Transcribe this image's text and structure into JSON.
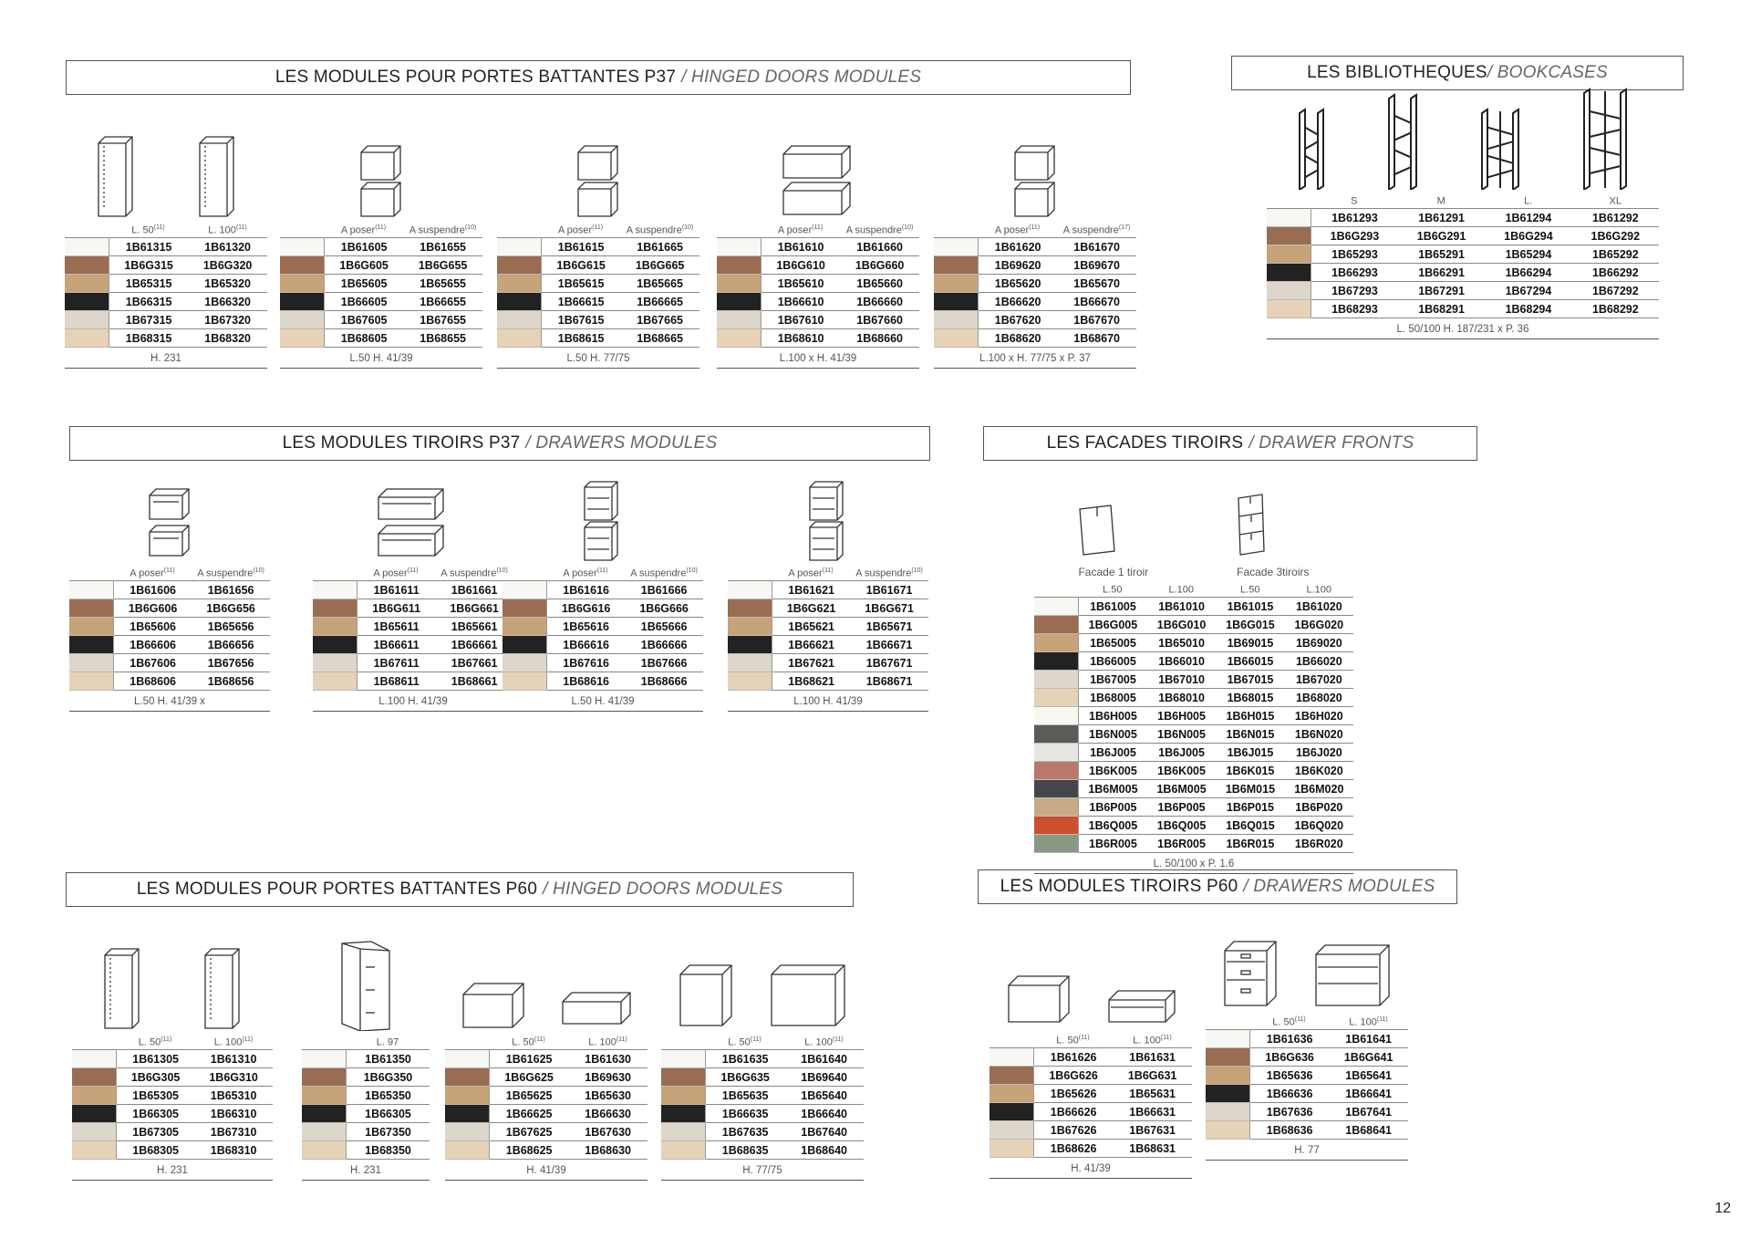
{
  "page_number": "12",
  "colors": {
    "white": "#f7f7f4",
    "walnut": "#9a6c52",
    "oak": "#c7a37a",
    "black": "#222222",
    "greige": "#ddd6ca",
    "light_oak": "#e6d2b6",
    "dark_marble": "#5b5b58",
    "white_marble": "#e8e6e0",
    "red_marble": "#b8796b",
    "anthracite": "#43464b",
    "cane": "#c8aa87",
    "terracotta": "#cc4f2e",
    "sage": "#879884"
  },
  "sections": [
    {
      "id": "hinged-p37",
      "title_fr": "LES MODULES POUR PORTES BATTANTES P37",
      "title_en": "/ HINGED DOORS MODULES"
    },
    {
      "id": "bookcases",
      "title_fr": "LES BIBLIOTHEQUES",
      "title_en": "/ BOOKCASES"
    },
    {
      "id": "drawers-p37",
      "title_fr": "LES MODULES TIROIRS P37",
      "title_en": "/ DRAWERS MODULES"
    },
    {
      "id": "drawer-fronts",
      "title_fr": "LES FACADES TIROIRS",
      "title_en": "/ DRAWER FRONTS"
    },
    {
      "id": "hinged-p60",
      "title_fr": "LES MODULES POUR PORTES BATTANTES P60",
      "title_en": "/ HINGED DOORS MODULES"
    },
    {
      "id": "drawers-p60",
      "title_fr": "LES MODULES TIROIRS P60",
      "title_en": "/ DRAWERS MODULES"
    }
  ],
  "groups": [
    {
      "id": "p37-tall",
      "icons": [
        "tall-column-icon",
        "tall-column-icon"
      ],
      "columns": [
        {
          "label": "L. 50",
          "sup": "(11)"
        },
        {
          "label": "L. 100",
          "sup": "(11)"
        }
      ],
      "swatches": [
        "white",
        "walnut",
        "oak",
        "black",
        "greige",
        "light_oak"
      ],
      "rows": [
        [
          "1B61315",
          "1B61320"
        ],
        [
          "1B6G315",
          "1B6G320"
        ],
        [
          "1B65315",
          "1B65320"
        ],
        [
          "1B66315",
          "1B66320"
        ],
        [
          "1B67315",
          "1B67320"
        ],
        [
          "1B68315",
          "1B68320"
        ]
      ],
      "footer": "H. 231"
    },
    {
      "id": "p37-l50-h41",
      "icons": [
        "stacked-box-icon"
      ],
      "columns": [
        {
          "label": "A poser",
          "sup": "(11)"
        },
        {
          "label": "A suspendre",
          "sup": "(10)"
        }
      ],
      "swatches": [
        "white",
        "walnut",
        "oak",
        "black",
        "greige",
        "light_oak"
      ],
      "rows": [
        [
          "1B61605",
          "1B61655"
        ],
        [
          "1B6G605",
          "1B6G655"
        ],
        [
          "1B65605",
          "1B65655"
        ],
        [
          "1B66605",
          "1B66655"
        ],
        [
          "1B67605",
          "1B67655"
        ],
        [
          "1B68605",
          "1B68655"
        ]
      ],
      "footer": "L.50 H. 41/39"
    },
    {
      "id": "p37-l50-h77",
      "icons": [
        "stacked-box-icon"
      ],
      "columns": [
        {
          "label": "A poser",
          "sup": "(11)"
        },
        {
          "label": "A suspendre",
          "sup": "(10)"
        }
      ],
      "swatches": [
        "white",
        "walnut",
        "oak",
        "black",
        "greige",
        "light_oak"
      ],
      "rows": [
        [
          "1B61615",
          "1B61665"
        ],
        [
          "1B6G615",
          "1B6G665"
        ],
        [
          "1B65615",
          "1B65665"
        ],
        [
          "1B66615",
          "1B66665"
        ],
        [
          "1B67615",
          "1B67665"
        ],
        [
          "1B68615",
          "1B68665"
        ]
      ],
      "footer": "L.50 H. 77/75"
    },
    {
      "id": "p37-l100-h41",
      "icons": [
        "stacked-wide-box-icon"
      ],
      "columns": [
        {
          "label": "A poser",
          "sup": "(11)"
        },
        {
          "label": "A suspendre",
          "sup": "(10)"
        }
      ],
      "swatches": [
        "white",
        "walnut",
        "oak",
        "black",
        "greige",
        "light_oak"
      ],
      "rows": [
        [
          "1B61610",
          "1B61660"
        ],
        [
          "1B6G610",
          "1B6G660"
        ],
        [
          "1B65610",
          "1B65660"
        ],
        [
          "1B66610",
          "1B66660"
        ],
        [
          "1B67610",
          "1B67660"
        ],
        [
          "1B68610",
          "1B68660"
        ]
      ],
      "footer": "L.100 x H. 41/39"
    },
    {
      "id": "p37-l100-h77",
      "icons": [
        "stacked-box-icon"
      ],
      "columns": [
        {
          "label": "A poser",
          "sup": "(11)"
        },
        {
          "label": "A suspendre",
          "sup": "(17)"
        }
      ],
      "swatches": [
        "white",
        "walnut",
        "oak",
        "black",
        "greige",
        "light_oak"
      ],
      "rows": [
        [
          "1B61620",
          "1B61670"
        ],
        [
          "1B69620",
          "1B69670"
        ],
        [
          "1B65620",
          "1B65670"
        ],
        [
          "1B66620",
          "1B66670"
        ],
        [
          "1B67620",
          "1B67670"
        ],
        [
          "1B68620",
          "1B68670"
        ]
      ],
      "footer": "L.100 x H. 77/75 x P. 37"
    },
    {
      "id": "bookcases",
      "icons": [
        "bookcase-s-icon",
        "bookcase-m-icon",
        "bookcase-l-icon",
        "bookcase-xl-icon"
      ],
      "columns": [
        {
          "label": "S",
          "sup": ""
        },
        {
          "label": "M",
          "sup": ""
        },
        {
          "label": "L.",
          "sup": ""
        },
        {
          "label": "XL",
          "sup": ""
        }
      ],
      "swatches": [
        "white",
        "walnut",
        "oak",
        "black",
        "greige",
        "light_oak"
      ],
      "rows": [
        [
          "1B61293",
          "1B61291",
          "1B61294",
          "1B61292"
        ],
        [
          "1B6G293",
          "1B6G291",
          "1B6G294",
          "1B6G292"
        ],
        [
          "1B65293",
          "1B65291",
          "1B65294",
          "1B65292"
        ],
        [
          "1B66293",
          "1B66291",
          "1B66294",
          "1B66292"
        ],
        [
          "1B67293",
          "1B67291",
          "1B67294",
          "1B67292"
        ],
        [
          "1B68293",
          "1B68291",
          "1B68294",
          "1B68292"
        ]
      ],
      "footer": "L. 50/100 H. 187/231 x P. 36"
    },
    {
      "id": "drw37-l50",
      "icons": [
        "stacked-drawer-box-icon"
      ],
      "columns": [
        {
          "label": "A poser",
          "sup": "(11)"
        },
        {
          "label": "A suspendre",
          "sup": "(10)"
        }
      ],
      "swatches": [
        "white",
        "walnut",
        "oak",
        "black",
        "greige",
        "light_oak"
      ],
      "rows": [
        [
          "1B61606",
          "1B61656"
        ],
        [
          "1B6G606",
          "1B6G656"
        ],
        [
          "1B65606",
          "1B65656"
        ],
        [
          "1B66606",
          "1B66656"
        ],
        [
          "1B67606",
          "1B67656"
        ],
        [
          "1B68606",
          "1B68656"
        ]
      ],
      "footer": "L.50 H. 41/39 x"
    },
    {
      "id": "drw37-l100",
      "icons": [
        "stacked-wide-drawer-box-icon"
      ],
      "columns": [
        {
          "label": "A poser",
          "sup": "(11)"
        },
        {
          "label": "A suspendre",
          "sup": "(10)"
        }
      ],
      "swatches": [
        "white",
        "walnut",
        "oak",
        "black",
        "greige",
        "light_oak"
      ],
      "rows": [
        [
          "1B61611",
          "1B61661"
        ],
        [
          "1B6G611",
          "1B6G661"
        ],
        [
          "1B65611",
          "1B65661"
        ],
        [
          "1B66611",
          "1B66661"
        ],
        [
          "1B67611",
          "1B67661"
        ],
        [
          "1B68611",
          "1B68661"
        ]
      ],
      "footer": "L.100 H. 41/39"
    },
    {
      "id": "drw37-l50-tall",
      "icons": [
        "stacked-drawer-unit-icon"
      ],
      "columns": [
        {
          "label": "A poser",
          "sup": "(11)"
        },
        {
          "label": "A suspendre",
          "sup": "(10)"
        }
      ],
      "swatches": [
        "white",
        "walnut",
        "oak",
        "black",
        "greige",
        "light_oak"
      ],
      "rows": [
        [
          "1B61616",
          "1B61666"
        ],
        [
          "1B6G616",
          "1B6G666"
        ],
        [
          "1B65616",
          "1B65666"
        ],
        [
          "1B66616",
          "1B66666"
        ],
        [
          "1B67616",
          "1B67666"
        ],
        [
          "1B68616",
          "1B68666"
        ]
      ],
      "footer": "L.50 H. 41/39"
    },
    {
      "id": "drw37-l100-tall",
      "icons": [
        "stacked-drawer-unit-icon"
      ],
      "columns": [
        {
          "label": "A poser",
          "sup": "(11)"
        },
        {
          "label": "A suspendre",
          "sup": "(10)"
        }
      ],
      "swatches": [
        "white",
        "walnut",
        "oak",
        "black",
        "greige",
        "light_oak"
      ],
      "rows": [
        [
          "1B61621",
          "1B61671"
        ],
        [
          "1B6G621",
          "1B6G671"
        ],
        [
          "1B65621",
          "1B65671"
        ],
        [
          "1B66621",
          "1B66671"
        ],
        [
          "1B67621",
          "1B67671"
        ],
        [
          "1B68621",
          "1B68671"
        ]
      ],
      "footer": "L.100 H. 41/39"
    },
    {
      "id": "fronts",
      "icons": [
        "drawer-front-single-icon",
        "drawer-front-triple-icon"
      ],
      "captions": [
        "Facade 1 tiroir",
        "Facade 3tiroirs"
      ],
      "columns": [
        {
          "label": "L.50",
          "sup": ""
        },
        {
          "label": "L.100",
          "sup": ""
        },
        {
          "label": "L.50",
          "sup": ""
        },
        {
          "label": "L.100",
          "sup": ""
        }
      ],
      "swatches": [
        "white",
        "walnut",
        "oak",
        "black",
        "greige",
        "light_oak",
        "white",
        "dark_marble",
        "white_marble",
        "red_marble",
        "anthracite",
        "cane",
        "terracotta",
        "sage"
      ],
      "rows": [
        [
          "1B61005",
          "1B61010",
          "1B61015",
          "1B61020"
        ],
        [
          "1B6G005",
          "1B6G010",
          "1B6G015",
          "1B6G020"
        ],
        [
          "1B65005",
          "1B65010",
          "1B69015",
          "1B69020"
        ],
        [
          "1B66005",
          "1B66010",
          "1B66015",
          "1B66020"
        ],
        [
          "1B67005",
          "1B67010",
          "1B67015",
          "1B67020"
        ],
        [
          "1B68005",
          "1B68010",
          "1B68015",
          "1B68020"
        ],
        [
          "1B6H005",
          "1B6H005",
          "1B6H015",
          "1B6H020"
        ],
        [
          "1B6N005",
          "1B6N005",
          "1B6N015",
          "1B6N020"
        ],
        [
          "1B6J005",
          "1B6J005",
          "1B6J015",
          "1B6J020"
        ],
        [
          "1B6K005",
          "1B6K005",
          "1B6K015",
          "1B6K020"
        ],
        [
          "1B6M005",
          "1B6M005",
          "1B6M015",
          "1B6M020"
        ],
        [
          "1B6P005",
          "1B6P005",
          "1B6P015",
          "1B6P020"
        ],
        [
          "1B6Q005",
          "1B6Q005",
          "1B6Q015",
          "1B6Q020"
        ],
        [
          "1B6R005",
          "1B6R005",
          "1B6R015",
          "1B6R020"
        ]
      ],
      "footer": "L. 50/100 x P. 1.6"
    },
    {
      "id": "p60-tall",
      "icons": [
        "tall-column-icon",
        "tall-column-icon"
      ],
      "columns": [
        {
          "label": "L. 50",
          "sup": "(11)"
        },
        {
          "label": "L. 100",
          "sup": "(11)"
        }
      ],
      "swatches": [
        "white",
        "walnut",
        "oak",
        "black",
        "greige",
        "light_oak"
      ],
      "rows": [
        [
          "1B61305",
          "1B61310"
        ],
        [
          "1B6G305",
          "1B6G310"
        ],
        [
          "1B65305",
          "1B65310"
        ],
        [
          "1B66305",
          "1B66310"
        ],
        [
          "1B67305",
          "1B67310"
        ],
        [
          "1B68305",
          "1B68310"
        ]
      ],
      "footer": "H. 231"
    },
    {
      "id": "p60-corner",
      "icons": [
        "corner-column-icon"
      ],
      "columns": [
        {
          "label": "L. 97",
          "sup": ""
        }
      ],
      "swatches": [
        "white",
        "walnut",
        "oak",
        "black",
        "greige",
        "light_oak"
      ],
      "rows": [
        [
          "1B61350"
        ],
        [
          "1B6G350"
        ],
        [
          "1B65350"
        ],
        [
          "1B66305"
        ],
        [
          "1B67350"
        ],
        [
          "1B68350"
        ]
      ],
      "footer": "H. 231"
    },
    {
      "id": "p60-h41",
      "icons": [
        "low-box-icon",
        "low-wide-box-icon"
      ],
      "columns": [
        {
          "label": "L. 50",
          "sup": "(11)"
        },
        {
          "label": "L. 100",
          "sup": "(11)"
        }
      ],
      "swatches": [
        "white",
        "walnut",
        "oak",
        "black",
        "greige",
        "light_oak"
      ],
      "rows": [
        [
          "1B61625",
          "1B61630"
        ],
        [
          "1B6G625",
          "1B69630"
        ],
        [
          "1B65625",
          "1B65630"
        ],
        [
          "1B66625",
          "1B66630"
        ],
        [
          "1B67625",
          "1B67630"
        ],
        [
          "1B68625",
          "1B68630"
        ]
      ],
      "footer": "H. 41/39"
    },
    {
      "id": "p60-h77",
      "icons": [
        "mid-box-icon",
        "mid-wide-box-icon"
      ],
      "columns": [
        {
          "label": "L. 50",
          "sup": "(11)"
        },
        {
          "label": "L. 100",
          "sup": "(11)"
        }
      ],
      "swatches": [
        "white",
        "walnut",
        "oak",
        "black",
        "greige",
        "light_oak"
      ],
      "rows": [
        [
          "1B61635",
          "1B61640"
        ],
        [
          "1B6G635",
          "1B69640"
        ],
        [
          "1B65635",
          "1B65640"
        ],
        [
          "1B66635",
          "1B66640"
        ],
        [
          "1B67635",
          "1B67640"
        ],
        [
          "1B68635",
          "1B68640"
        ]
      ],
      "footer": "H. 77/75"
    },
    {
      "id": "drw60-h41",
      "icons": [
        "low-drawer-box-icon",
        "low-wide-drawer-box-icon"
      ],
      "columns": [
        {
          "label": "L. 50",
          "sup": "(11)"
        },
        {
          "label": "L. 100",
          "sup": "(11)"
        }
      ],
      "swatches": [
        "white",
        "walnut",
        "oak",
        "black",
        "greige",
        "light_oak"
      ],
      "rows": [
        [
          "1B61626",
          "1B61631"
        ],
        [
          "1B6G626",
          "1B6G631"
        ],
        [
          "1B65626",
          "1B65631"
        ],
        [
          "1B66626",
          "1B66631"
        ],
        [
          "1B67626",
          "1B67631"
        ],
        [
          "1B68626",
          "1B68631"
        ]
      ],
      "footer": "H. 41/39"
    },
    {
      "id": "drw60-h77",
      "icons": [
        "drawer-unit-icon",
        "wide-drawer-unit-icon"
      ],
      "columns": [
        {
          "label": "L. 50",
          "sup": "(11)"
        },
        {
          "label": "L. 100",
          "sup": "(11)"
        }
      ],
      "swatches": [
        "white",
        "walnut",
        "oak",
        "black",
        "greige",
        "light_oak"
      ],
      "rows": [
        [
          "1B61636",
          "1B61641"
        ],
        [
          "1B6G636",
          "1B6G641"
        ],
        [
          "1B65636",
          "1B65641"
        ],
        [
          "1B66636",
          "1B66641"
        ],
        [
          "1B67636",
          "1B67641"
        ],
        [
          "1B68636",
          "1B68641"
        ]
      ],
      "footer": "H. 77"
    }
  ]
}
